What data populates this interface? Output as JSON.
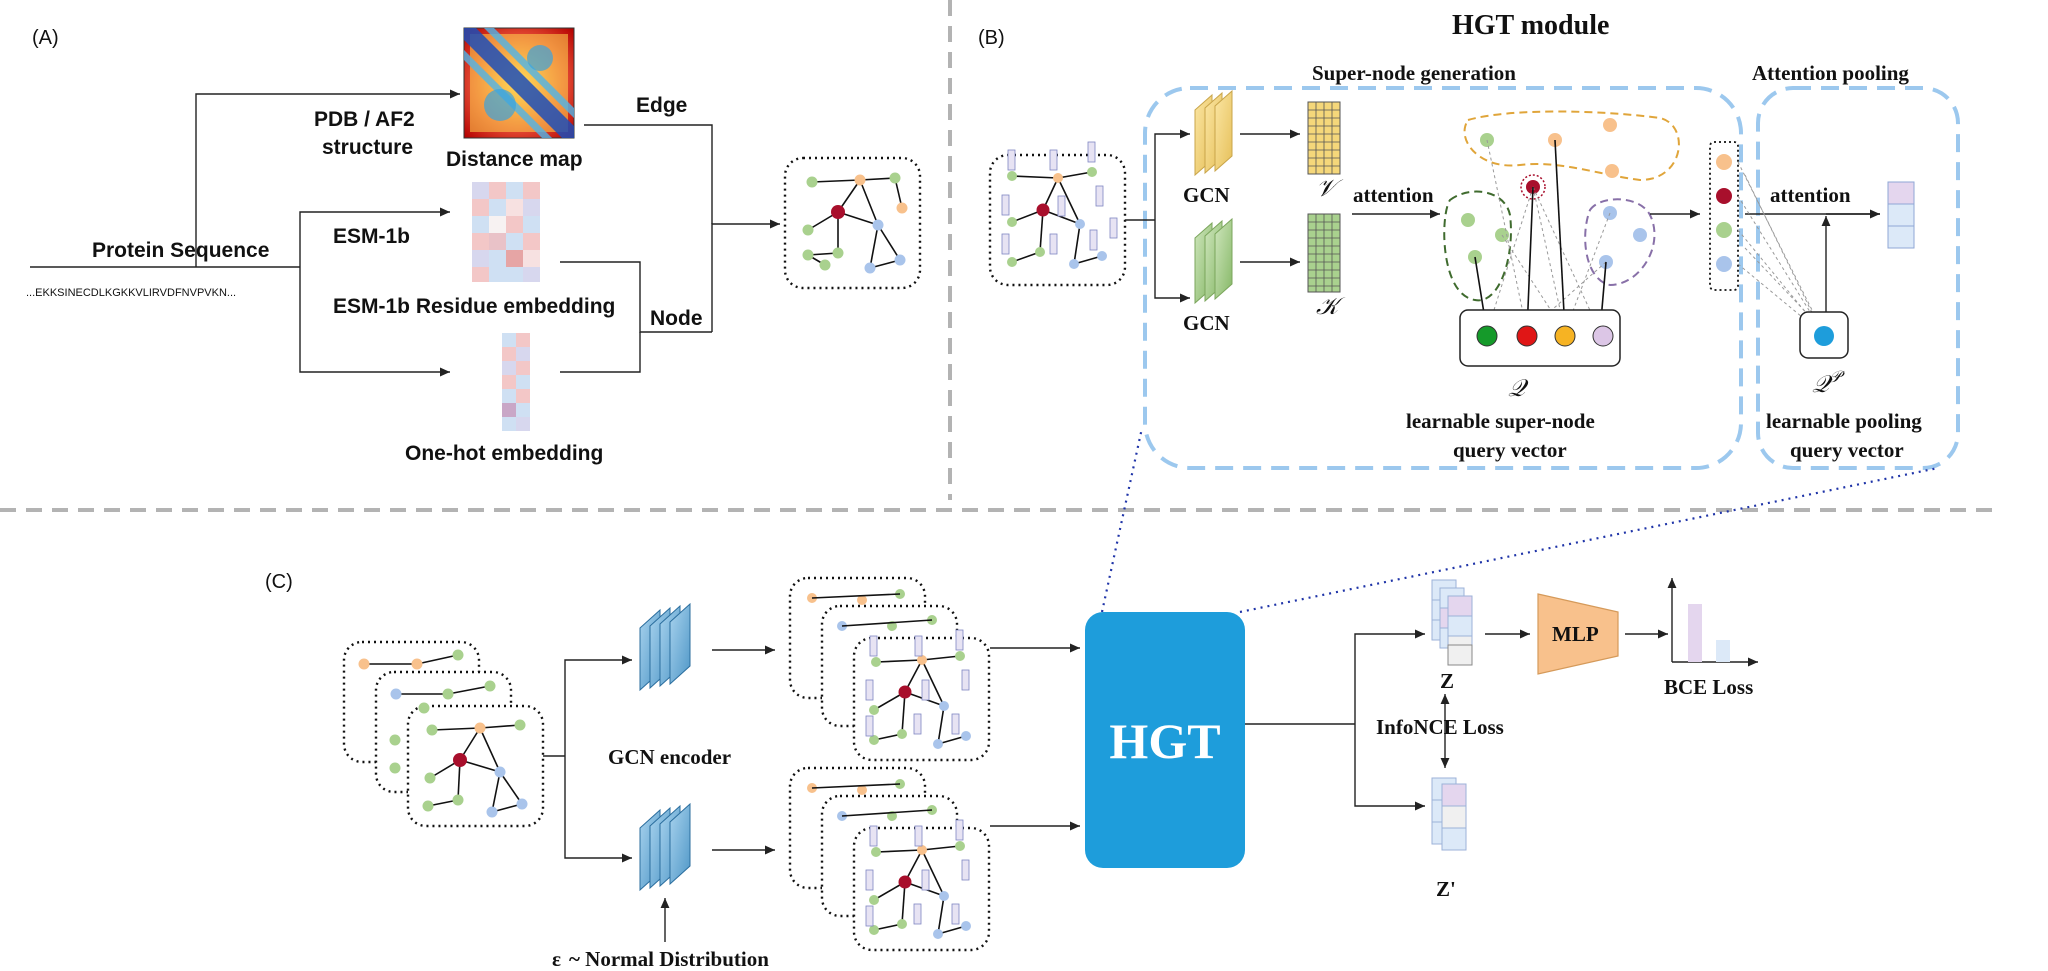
{
  "panels": {
    "a": "(A)",
    "b": "(B)",
    "c": "(C)"
  },
  "panel_a": {
    "pdb_line1": "PDB / AF2",
    "pdb_line2": "structure",
    "distance_map": "Distance map",
    "edge": "Edge",
    "node": "Node",
    "protein_sequence": "Protein Sequence",
    "sequence": "...EKKSINECDLKGKKVLIRVDFNVPVKN...",
    "esm": "ESM-1b",
    "esm_residue": "ESM-1b Residue embedding",
    "onehot": "One-hot embedding"
  },
  "panel_b": {
    "title": "HGT module",
    "supernode": "Super-node generation",
    "attention_pooling": "Attention pooling",
    "gcn_top": "GCN",
    "gcn_bottom": "GCN",
    "v_symbol": "𝒱",
    "k_symbol": "𝒦",
    "attention_1": "attention",
    "attention_2": "attention",
    "q_symbol": "𝒬",
    "q_caption_1": "learnable super-node",
    "q_caption_2": "query vector",
    "qp_symbol": "𝒬",
    "qp_sup": "𝒫",
    "qp_caption_1": "learnable pooling",
    "qp_caption_2": "query vector"
  },
  "panel_c": {
    "gcn_encoder": "GCN encoder",
    "hgt": "HGT",
    "z": "Z",
    "z_prime": "Z'",
    "infonce": "InfoNCE Loss",
    "mlp": "MLP",
    "bce": "BCE Loss",
    "epsilon": "ε",
    "normal": "~ Normal Distribution"
  },
  "colors": {
    "hgt_fill": "#1e9ddb",
    "mlp_fill": "#f8c18c",
    "dash_blue": "#9cc8ee",
    "node_orange": "#f8c18c",
    "node_green": "#a9d18e",
    "node_blue": "#a9c4eb",
    "node_red": "#a80f2c",
    "gcn_yellow": "#f5d77a",
    "gcn_green": "#a9d18e",
    "encoder_blue": "#6aaed6"
  }
}
